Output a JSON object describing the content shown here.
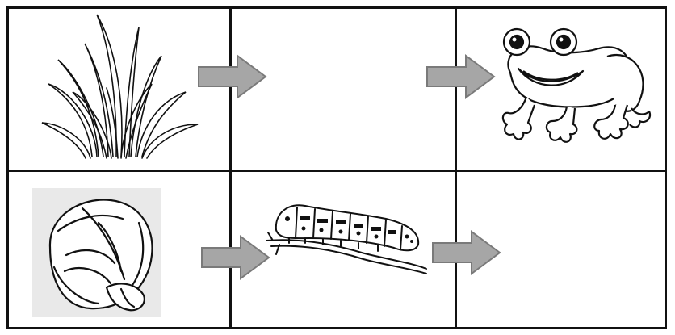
{
  "diagram": {
    "type": "food-chain-worksheet",
    "rows": [
      {
        "cells": [
          {
            "content": "grass",
            "icon": "grass-icon"
          },
          {
            "content": "",
            "icon": null
          },
          {
            "content": "frog",
            "icon": "frog-icon"
          }
        ]
      },
      {
        "cells": [
          {
            "content": "cabbage",
            "icon": "cabbage-icon"
          },
          {
            "content": "caterpillar",
            "icon": "caterpillar-icon"
          },
          {
            "content": "",
            "icon": null
          }
        ]
      }
    ],
    "arrow_color": "#a6a6a6",
    "arrow_outline": "#7a7a7a",
    "line_color": "#111111"
  }
}
